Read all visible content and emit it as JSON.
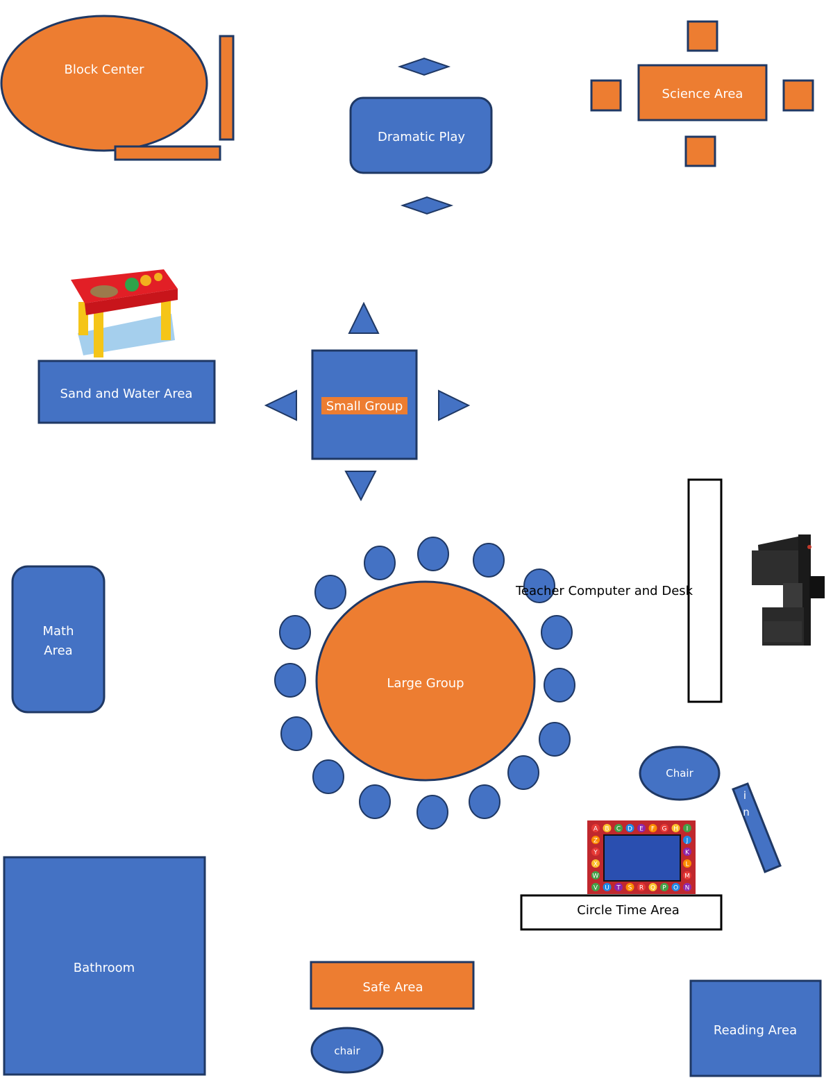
{
  "colors": {
    "blue": "#4472c4",
    "orange": "#ed7d31",
    "outline": "#1f3864",
    "white": "#ffffff",
    "black": "#000000"
  },
  "areas": {
    "block_center": "Block Center",
    "dramatic_play": "Dramatic Play",
    "science_area": "Science Area",
    "sand_water_area": "Sand and Water Area",
    "small_group": "Small Group",
    "math_area_line1": "Math",
    "math_area_line2": "Area",
    "large_group": "Large Group",
    "teacher_computer_desk": "Teacher Computer and Desk",
    "chair_right": "Chair",
    "circle_time_area": "Circle Time Area",
    "bathroom": "Bathroom",
    "safe_area": "Safe Area",
    "chair_bottom": "chair",
    "reading_area": "Reading Area",
    "slanted_shelf_text_1": "i",
    "slanted_shelf_text_2": "n"
  },
  "rug_letters": {
    "top": [
      "A",
      "B",
      "C",
      "D",
      "E",
      "F",
      "G",
      "H",
      "I"
    ],
    "right": [
      "J",
      "K",
      "L",
      "M",
      "N"
    ],
    "bottom": [
      "V",
      "U",
      "T",
      "S",
      "R",
      "Q",
      "P",
      "O",
      "N"
    ],
    "left": [
      "Z",
      "Y",
      "X",
      "W"
    ]
  },
  "icons": {
    "sand_water_table": "sand-water-table-image",
    "computer_desk": "computer-desk-image",
    "alphabet_rug": "alphabet-rug-image"
  }
}
